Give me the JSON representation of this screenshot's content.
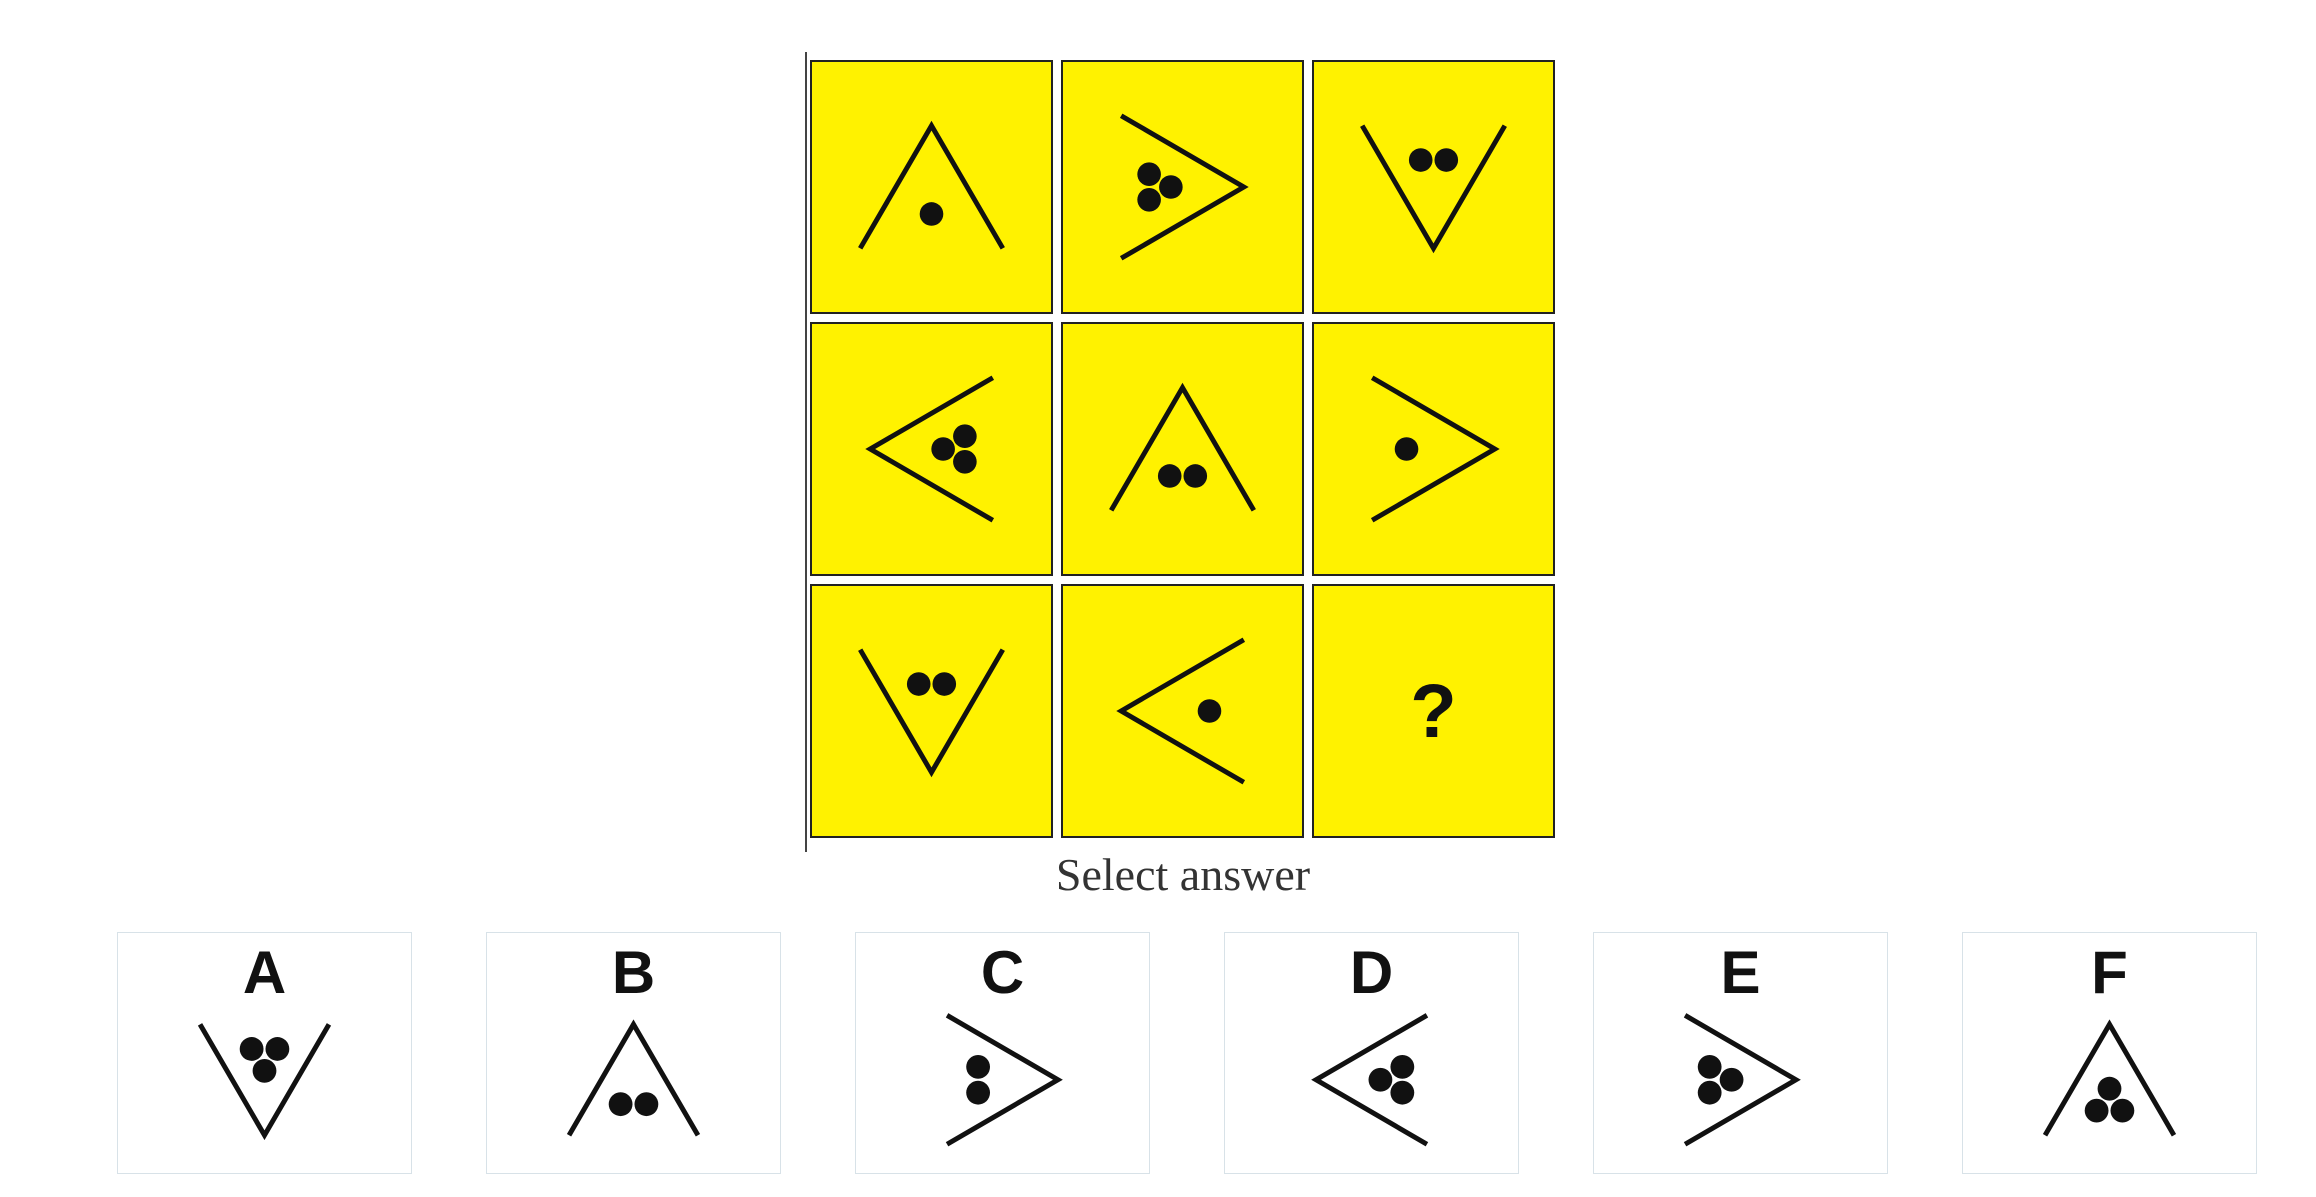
{
  "puzzle": {
    "cell_color": "#fff200",
    "cells": [
      {
        "shape": "chevron-up",
        "dots": 1
      },
      {
        "shape": "chevron-right",
        "dots": 3
      },
      {
        "shape": "chevron-down",
        "dots": 2
      },
      {
        "shape": "chevron-left",
        "dots": 3
      },
      {
        "shape": "chevron-up",
        "dots": 2
      },
      {
        "shape": "chevron-right",
        "dots": 1
      },
      {
        "shape": "chevron-down",
        "dots": 2
      },
      {
        "shape": "chevron-left",
        "dots": 1
      },
      {
        "shape": "question",
        "label": "?"
      }
    ]
  },
  "prompt": "Select answer",
  "options": [
    {
      "letter": "A",
      "shape": "chevron-down",
      "dots": 3
    },
    {
      "letter": "B",
      "shape": "chevron-up",
      "dots": 2
    },
    {
      "letter": "C",
      "shape": "chevron-right",
      "dots": 2
    },
    {
      "letter": "D",
      "shape": "chevron-left",
      "dots": 3
    },
    {
      "letter": "E",
      "shape": "chevron-right",
      "dots": 3
    },
    {
      "letter": "F",
      "shape": "chevron-up",
      "dots": 3
    }
  ]
}
